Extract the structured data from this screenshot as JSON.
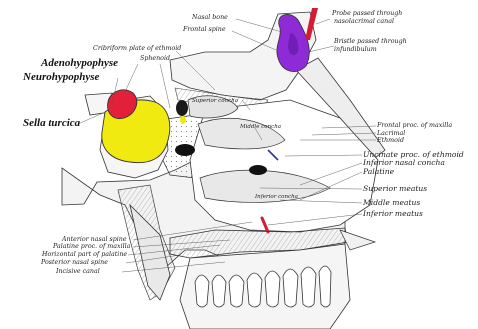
{
  "labels": {
    "nasal_bone": "Nasal bone",
    "frontal_spine": "Frontal spine",
    "probe": "Probe passed through",
    "probe_2": "nasolacrimal canal",
    "bristle": "Bristle passed through",
    "bristle_2": "infundibulum",
    "cribriform": "Cribriform plate of ethmoid",
    "sphenoid": "Sphenoid",
    "adenohypophyse": "Adenohypophyse",
    "neurohypophyse": "Neurohypophyse",
    "sella_turcica": "Sella turcica",
    "superior_concha": "Superior concha",
    "middle_concha": "Middle concha",
    "inferior_concha": "Inferior concha",
    "frontal_proc_maxilla": "Frontal proc. of maxilla",
    "lacrimal": "Lacrimal",
    "ethmoid": "Ethmoid",
    "uncinate": "Uncinate proc. of ethmoid",
    "inferior_nasal_concha": "Inferior nasal concha",
    "palatine": "Palatine",
    "superior_meatus": "Superior meatus",
    "middle_meatus": "Middle meatus",
    "inferior_meatus": "Inferior meatus",
    "anterior_nasal_spine": "Anterior nasal spine",
    "palatine_proc_maxilla": "Palatine proc. of maxilla",
    "horizontal_palatine": "Horizontal part of palatine",
    "posterior_nasal_spine": "Posterior nasal spine",
    "incisive_canal": "Incisive canal"
  },
  "colors": {
    "pituitary_anterior": "#f0ea10",
    "pituitary_posterior": "#e3203a",
    "frontal_sinus": "#8e2bd6",
    "probe": "#d21d33",
    "bristle": "#2a2fb8",
    "bone": "#eeeeee",
    "outline": "#333333"
  },
  "icons": [
    "skull-sagittal-section-illustration"
  ]
}
